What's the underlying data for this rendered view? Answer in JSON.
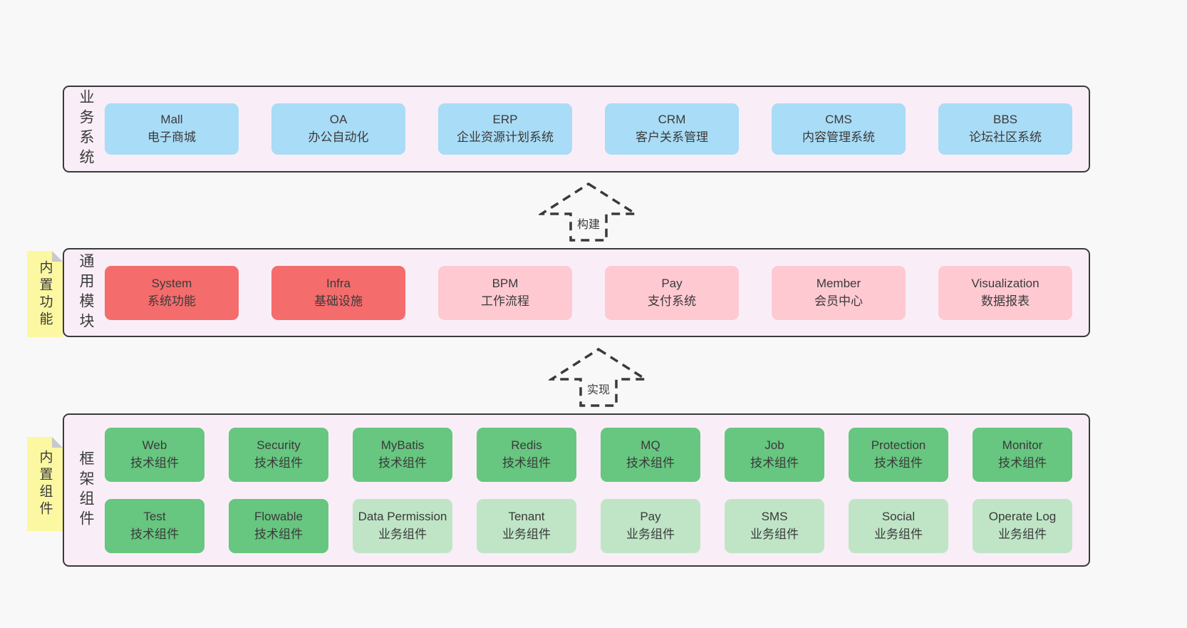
{
  "diagram": {
    "layers": [
      {
        "id": "business-systems",
        "side_label": "业务系统",
        "sticky_label": null,
        "rows": [
          [
            {
              "title": "Mall",
              "subtitle": "电子商城",
              "variant": "blue"
            },
            {
              "title": "OA",
              "subtitle": "办公自动化",
              "variant": "blue"
            },
            {
              "title": "ERP",
              "subtitle": "企业资源计划系统",
              "variant": "blue"
            },
            {
              "title": "CRM",
              "subtitle": "客户关系管理",
              "variant": "blue"
            },
            {
              "title": "CMS",
              "subtitle": "内容管理系统",
              "variant": "blue"
            },
            {
              "title": "BBS",
              "subtitle": "论坛社区系统",
              "variant": "blue"
            }
          ]
        ]
      },
      {
        "id": "common-modules",
        "side_label": "通用模块",
        "sticky_label": "内置功能",
        "rows": [
          [
            {
              "title": "System",
              "subtitle": "系统功能",
              "variant": "red"
            },
            {
              "title": "Infra",
              "subtitle": "基础设施",
              "variant": "red"
            },
            {
              "title": "BPM",
              "subtitle": "工作流程",
              "variant": "pink"
            },
            {
              "title": "Pay",
              "subtitle": "支付系统",
              "variant": "pink"
            },
            {
              "title": "Member",
              "subtitle": "会员中心",
              "variant": "pink"
            },
            {
              "title": "Visualization",
              "subtitle": "数据报表",
              "variant": "pink"
            }
          ]
        ]
      },
      {
        "id": "framework-components",
        "side_label": "框架组件",
        "sticky_label": "内置组件",
        "rows": [
          [
            {
              "title": "Web",
              "subtitle": "技术组件",
              "variant": "green"
            },
            {
              "title": "Security",
              "subtitle": "技术组件",
              "variant": "green"
            },
            {
              "title": "MyBatis",
              "subtitle": "技术组件",
              "variant": "green"
            },
            {
              "title": "Redis",
              "subtitle": "技术组件",
              "variant": "green"
            },
            {
              "title": "MQ",
              "subtitle": "技术组件",
              "variant": "green"
            },
            {
              "title": "Job",
              "subtitle": "技术组件",
              "variant": "green"
            },
            {
              "title": "Protection",
              "subtitle": "技术组件",
              "variant": "green"
            },
            {
              "title": "Monitor",
              "subtitle": "技术组件",
              "variant": "green"
            }
          ],
          [
            {
              "title": "Test",
              "subtitle": "技术组件",
              "variant": "green"
            },
            {
              "title": "Flowable",
              "subtitle": "技术组件",
              "variant": "green"
            },
            {
              "title": "Data Permission",
              "subtitle": "业务组件",
              "variant": "lightgreen"
            },
            {
              "title": "Tenant",
              "subtitle": "业务组件",
              "variant": "lightgreen"
            },
            {
              "title": "Pay",
              "subtitle": "业务组件",
              "variant": "lightgreen"
            },
            {
              "title": "SMS",
              "subtitle": "业务组件",
              "variant": "lightgreen"
            },
            {
              "title": "Social",
              "subtitle": "业务组件",
              "variant": "lightgreen"
            },
            {
              "title": "Operate Log",
              "subtitle": "业务组件",
              "variant": "lightgreen"
            }
          ]
        ]
      }
    ],
    "arrows": [
      {
        "label": "构建"
      },
      {
        "label": "实现"
      }
    ],
    "colors": {
      "page_bg": "#f8f8f8",
      "layer_bg": "#f9eef7",
      "border": "#3a3a3a",
      "text": "#3a3a3a",
      "blue": "#a9dcf6",
      "red": "#f56c6c",
      "pink": "#ffc9d2",
      "green": "#67c67f",
      "lightgreen": "#bfe5c6",
      "yellow": "#fbf8a1",
      "fold_gray": "#c9c9c9"
    }
  }
}
